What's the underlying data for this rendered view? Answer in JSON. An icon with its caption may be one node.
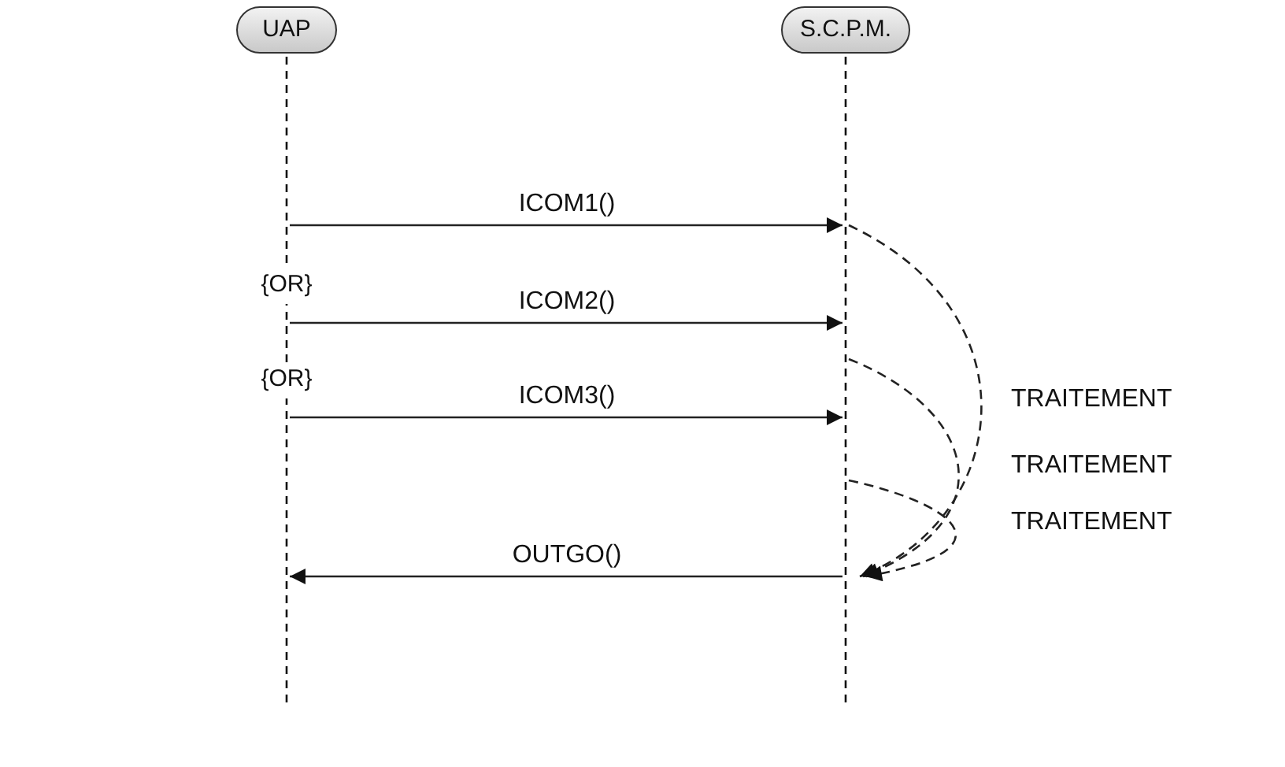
{
  "diagram": {
    "nodes": [
      {
        "text": [
          "UAP"
        ]
      },
      {
        "text": [
          "S.C.P.M."
        ]
      },
      {
        "text": [],
        "shape": "bar"
      },
      {
        "text": [],
        "shape": "bar"
      }
    ],
    "edges": [
      {
        "from": 2,
        "to": 3,
        "arrow": "to",
        "label": "ICOM1()"
      },
      {
        "from": 2,
        "to": 3,
        "arrow": "to",
        "label": "ICOM2()"
      },
      {
        "from": 2,
        "to": 3,
        "arrow": "to",
        "label": "ICOM3()"
      },
      {
        "from": 3,
        "to": 3,
        "arrow": "to",
        "label": "TRAITEMENT",
        "style": "dashed"
      },
      {
        "from": 3,
        "to": 3,
        "arrow": "to",
        "label": "TRAITEMENT",
        "style": "dashed"
      },
      {
        "from": 3,
        "to": 3,
        "arrow": "to",
        "label": "TRAITEMENT",
        "style": "dashed"
      },
      {
        "from": 3,
        "to": 2,
        "arrow": "to",
        "label": "OUTGO()"
      }
    ],
    "labels": [
      "{OR}",
      "{OR}"
    ]
  }
}
